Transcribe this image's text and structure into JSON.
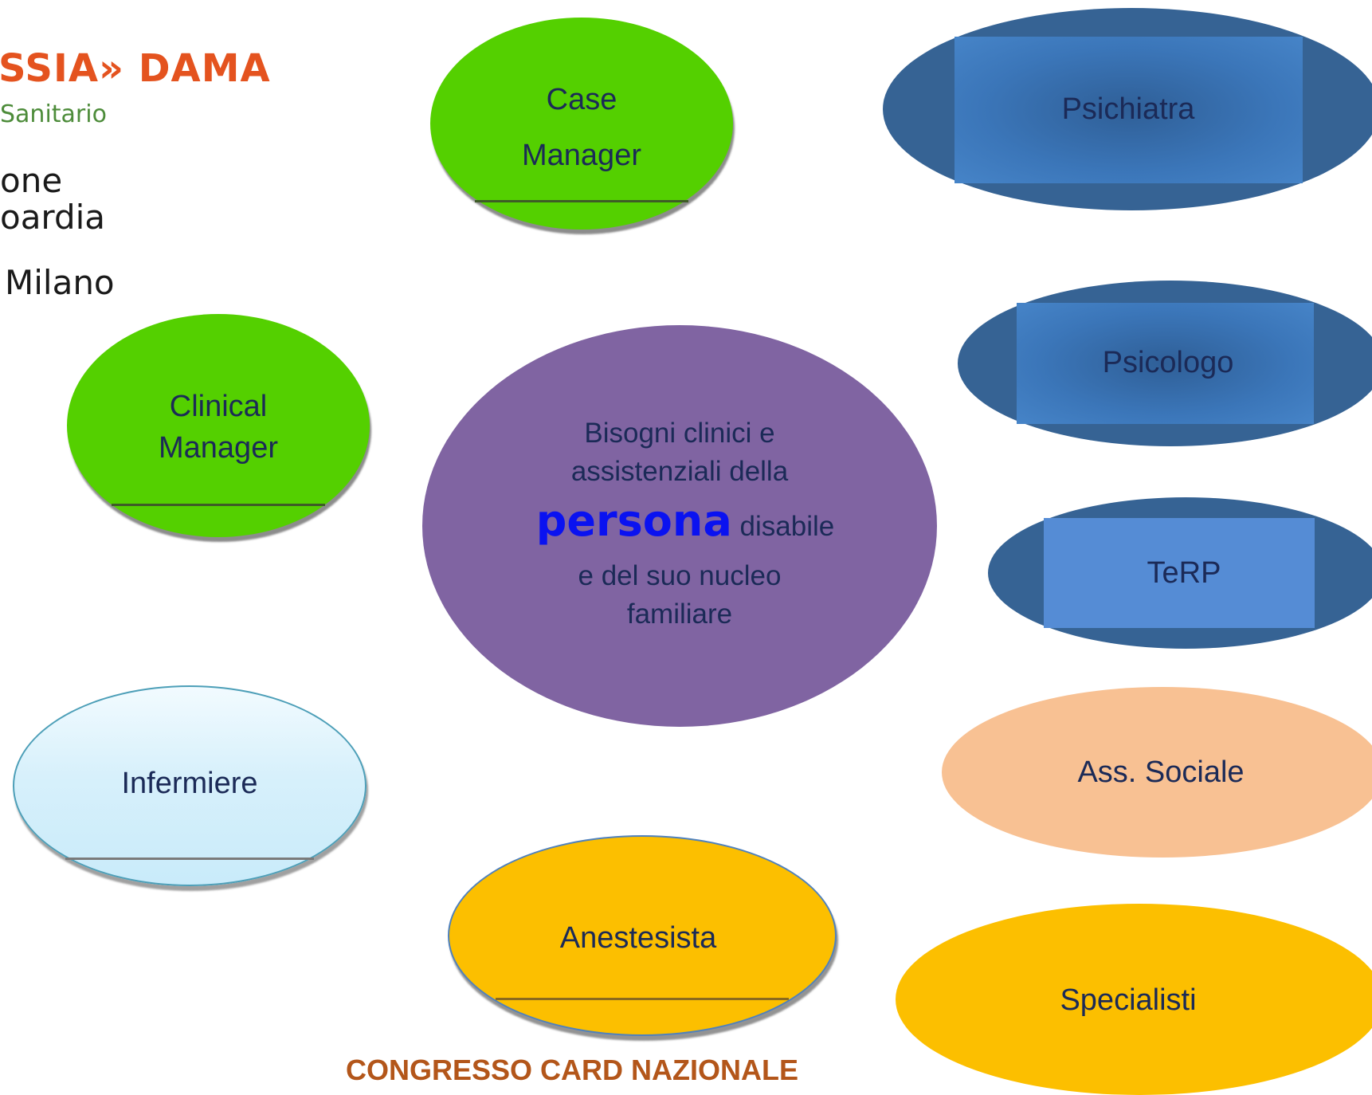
{
  "header": {
    "title": "SSIA» DAMA",
    "subtitle": "Sanitario",
    "region_line1": "one",
    "region_line2": "oardia",
    "city": "Milano"
  },
  "nodes": {
    "case_manager": {
      "line1": "Case",
      "line2": "Manager"
    },
    "psichiatra": {
      "label": "Psichiatra"
    },
    "clinical_manager": {
      "line1": "Clinical",
      "line2": "Manager"
    },
    "psicologo": {
      "label": "Psicologo"
    },
    "center": {
      "line1": "Bisogni clinici e",
      "line2": "assistenziali della",
      "highlight": "persona",
      "line3_rest": "disabile",
      "line4": "e del suo nucleo",
      "line5": "familiare"
    },
    "terp": {
      "label": "TeRP"
    },
    "infermiere": {
      "label": "Infermiere"
    },
    "ass_sociale": {
      "label": "Ass. Sociale"
    },
    "anestesista": {
      "label": "Anestesista"
    },
    "specialisti": {
      "label": "Specialisti"
    }
  },
  "footer": {
    "text": "CONGRESSO CARD NAZIONALE"
  },
  "colors": {
    "green": "#54d000",
    "dark_blue": "#366394",
    "panel_blue": "#4684c8",
    "purple": "#8064a2",
    "peach": "#f8c193",
    "gold": "#fcbf00",
    "light_blue": "#d7f0fb",
    "label_text": "#1b2a57",
    "highlight_blue": "#0a12f0",
    "header_orange": "#e4531f",
    "footer_brown": "#b3561a"
  }
}
